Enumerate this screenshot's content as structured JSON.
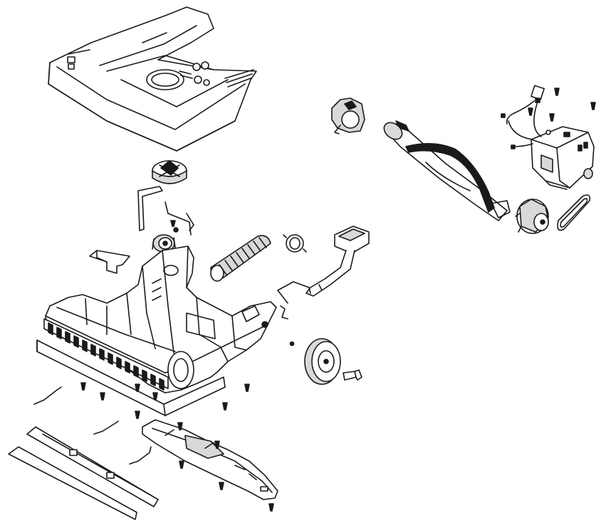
{
  "diagram": {
    "type": "exploded-parts-view",
    "colors": {
      "line": "#1a1a1a",
      "fill_light": "#ffffff",
      "fill_grey": "#d9d9d9",
      "fill_dark": "#1a1a1a"
    },
    "parts": [
      "hood-cover",
      "fan-cup",
      "wire-handle-bracket",
      "pulley-gear",
      "clip-bracket",
      "flex-hose",
      "hose-clamp",
      "pedal-lever",
      "wire-link",
      "base-housing",
      "brush-strip",
      "bumper-strip",
      "bottom-plate",
      "wheel",
      "axle",
      "screws",
      "wire-springs",
      "end-cap",
      "brush-roll",
      "motor",
      "drive-belt",
      "switch-box",
      "wire-harness"
    ]
  }
}
